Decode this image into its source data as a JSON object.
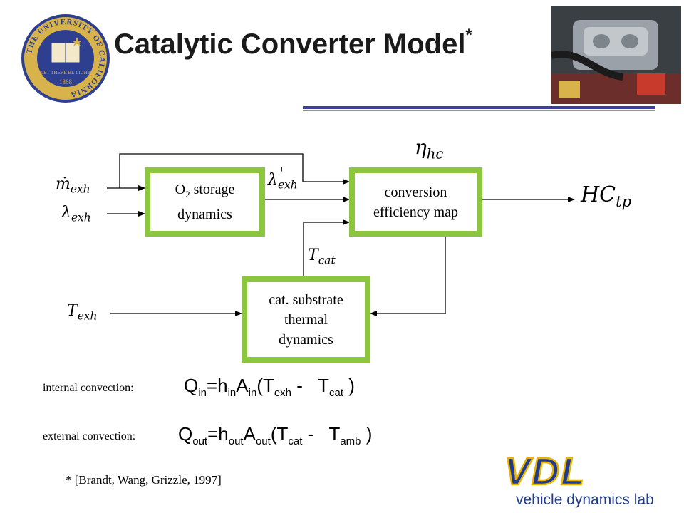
{
  "title": "Catalytic Converter Model",
  "title_mark": "*",
  "seal": {
    "ring_text": "THE UNIVERSITY OF CALIFORNIA",
    "motto": "LET THERE BE LIGHT",
    "year": "1868"
  },
  "logo": {
    "mark": "VDL",
    "caption": "vehicle dynamics lab"
  },
  "diagram": {
    "boxes": {
      "o2_storage": {
        "line1_main": "O",
        "line1_sub": "2",
        "line1_rest": " storage",
        "line2": "dynamics"
      },
      "conversion": {
        "line1": "conversion",
        "line2": "efficiency map"
      },
      "substrate": {
        "line1": "cat. substrate",
        "line2": "thermal",
        "line3": "dynamics"
      }
    },
    "signals": {
      "m_exh": {
        "symbol": "ṁ",
        "sub": "exh"
      },
      "lambda_exh": {
        "symbol": "λ",
        "sub": "exh"
      },
      "lambda_prime": {
        "symbol": "λ",
        "sub": "exh",
        "mark": "'"
      },
      "eta_hc": {
        "symbol": "η",
        "sub": "hc"
      },
      "hc_tp": {
        "symbol": "HC",
        "sub": "tp"
      },
      "t_cat": {
        "symbol": "T",
        "sub": "cat"
      },
      "t_exh": {
        "symbol": "T",
        "sub": "exh"
      }
    }
  },
  "equations": {
    "internal": {
      "label": "internal convection:",
      "Q": "Q",
      "Q_sub": "in",
      "eq": "=h",
      "h_sub": "in",
      "A": "A",
      "A_sub": "in",
      "open": "(T",
      "T1_sub": "exh",
      "minus": " -   T",
      "T2_sub": "cat",
      "close": " )"
    },
    "external": {
      "label": "external convection:",
      "Q": "Q",
      "Q_sub": "out",
      "eq": "=h",
      "h_sub": "out",
      "A": "A",
      "A_sub": "out",
      "open": "(T",
      "T1_sub": "cat",
      "minus": " -   T",
      "T2_sub": "amb",
      "close": " )"
    }
  },
  "reference": "* [Brandt, Wang, Grizzle, 1997]",
  "colors": {
    "box_border": "#8cc63f",
    "rule": "#3d3fa0",
    "seal_blue": "#2e3f8f",
    "seal_gold": "#d8b24a",
    "logo_blue": "#1f3a93",
    "logo_gold": "#e8b400"
  }
}
